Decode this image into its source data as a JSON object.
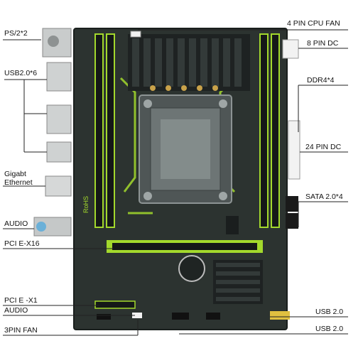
{
  "labels": {
    "ps2": "PS/2*2",
    "usb20x6": "USB2.0*6",
    "gigabit": "Gigabt",
    "ethernet": "Ethernet",
    "audio_left": "AUDIO",
    "pcie_x16": "PCI E-X16",
    "pcie_x1": "PCI E -X1",
    "audio_bottom": "AUDIO",
    "fan_3pin": "3PIN FAN",
    "cpu_fan_4pin": "4 PIN CPU FAN",
    "dc_8pin": "8 PIN DC",
    "ddr4x4": "DDR4*4",
    "dc_24pin": "24 PIN DC",
    "sata": "SATA 2.0*4",
    "usb20_a": "USB 2.0",
    "usb20_b": "USB 2.0"
  },
  "board": {
    "brand": "RoHS",
    "colors": {
      "pcb": "#2c3330",
      "accent": "#a3d92c",
      "slot_dark": "#151818",
      "heatsink": "#1e2222",
      "socket": "#4f5656"
    }
  }
}
